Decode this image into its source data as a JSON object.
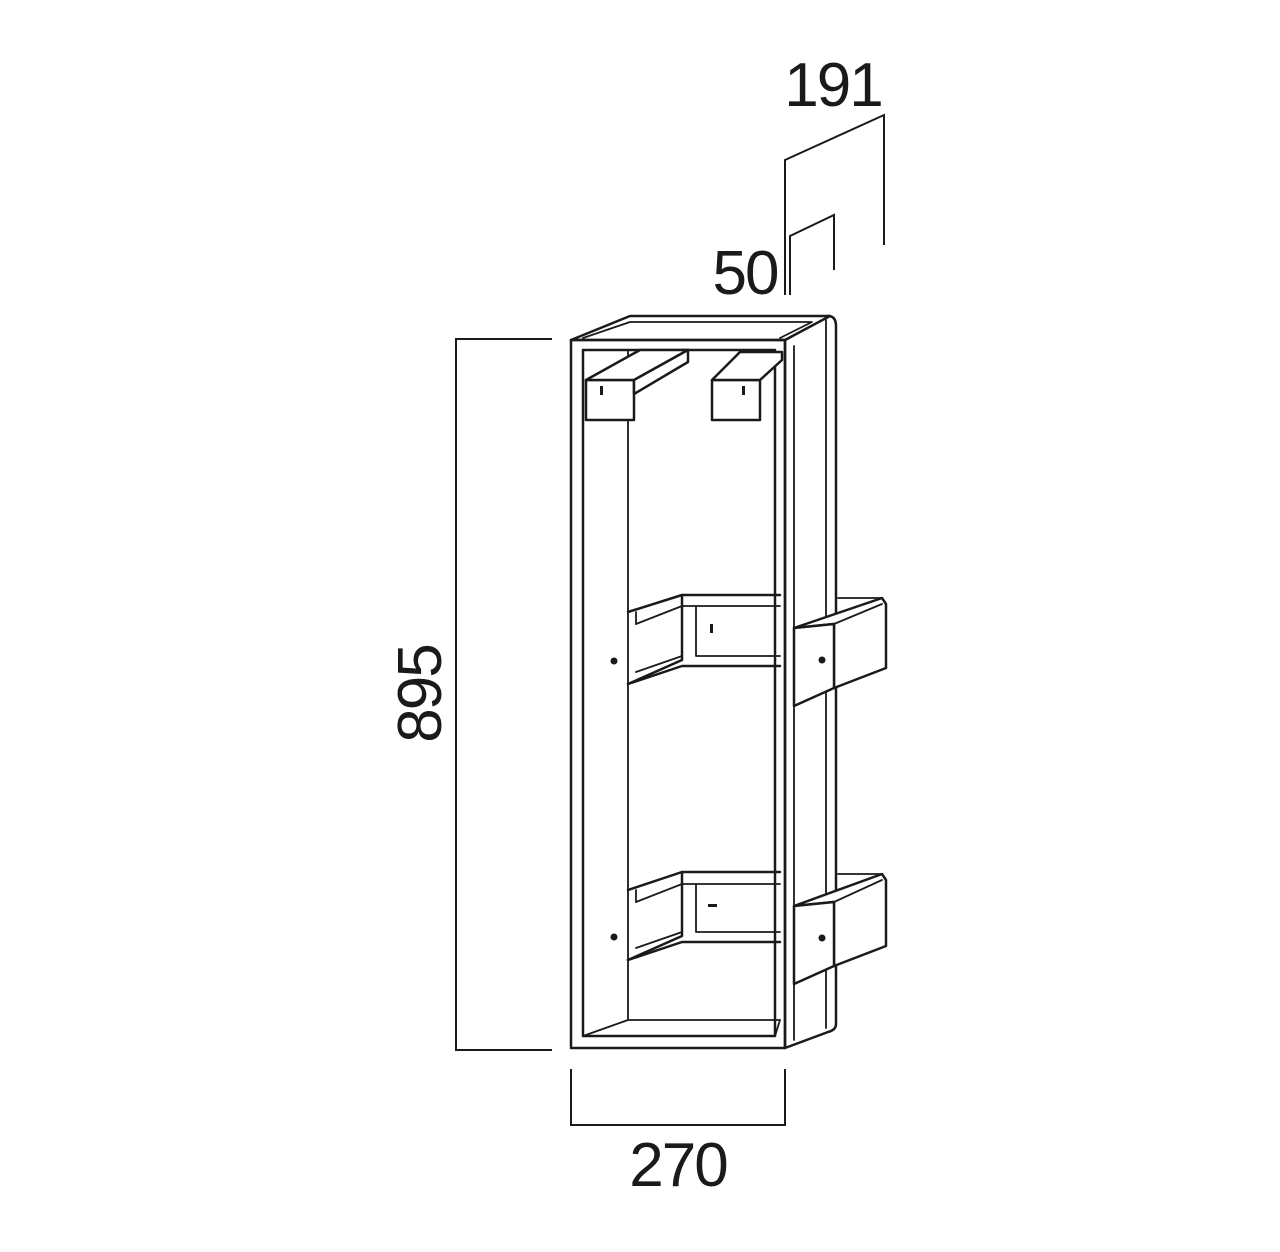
{
  "diagram": {
    "dimensions": {
      "height": "895",
      "width": "270",
      "depth_total": "191",
      "depth_inner": "50"
    }
  }
}
